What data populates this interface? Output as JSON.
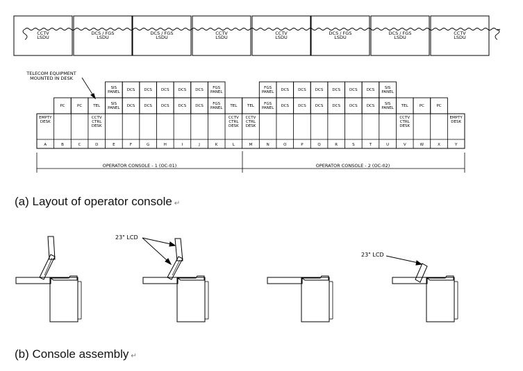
{
  "screens": [
    "CCTV\nLSDU",
    "DCS / FGS\nLSDU",
    "DCS / FGS\nLSDU",
    "CCTV\nLSDU",
    "CCTV\nLSDU",
    "DCS / FGS\nLSDU",
    "DCS / FGS\nLSDU",
    "CCTV\nLSDU"
  ],
  "telecom_note": "TELECOM EQUIPMENT\nMOUNTED IN DESK",
  "upper_row": [
    "",
    "",
    "",
    "",
    "SIS\nPANEL",
    "DCS",
    "DCS",
    "DCS",
    "DCS",
    "DCS",
    "FGS\nPANEL",
    "",
    "",
    "FGS\nPANEL",
    "DCS",
    "DCS",
    "DCS",
    "DCS",
    "DCS",
    "DCS",
    "SIS\nPANEL",
    "",
    "",
    "",
    ""
  ],
  "lower_row": [
    "",
    "PC",
    "PC",
    "TEL",
    "SIS\nPANEL",
    "DCS",
    "DCS",
    "DCS",
    "DCS",
    "DCS",
    "FGS\nPANEL",
    "TEL",
    "TEL",
    "FGS\nPANEL",
    "DCS",
    "DCS",
    "DCS",
    "DCS",
    "DCS",
    "DCS",
    "SIS\nPANEL",
    "TEL",
    "PC",
    "PC",
    ""
  ],
  "desk_row": [
    "EMPTY\nDESK",
    "",
    "",
    "CCTV\nCTRL\nDESK",
    "",
    "",
    "",
    "",
    "",
    "",
    "",
    "CCTV\nCTRL\nDESK",
    "CCTV\nCTRL\nDESK",
    "",
    "",
    "",
    "",
    "",
    "",
    "",
    "",
    "CCTV\nCTRL\nDESK",
    "",
    "",
    "EMPTY\nDESK"
  ],
  "letters": [
    "A",
    "B",
    "C",
    "D",
    "E",
    "F",
    "G",
    "H",
    "I",
    "J",
    "K",
    "L",
    "M",
    "N",
    "O",
    "P",
    "Q",
    "R",
    "S",
    "T",
    "U",
    "V",
    "W",
    "X",
    "Y"
  ],
  "console_labels": [
    "OPERATOR CONSOLE - 1 (OC-01)",
    "OPERATOR CONSOLE - 2 (OC-02)"
  ],
  "lcd_label_1": "23\" LCD",
  "lcd_label_2": "23\" LCD",
  "caption_a": "(a)  Layout of operator  console",
  "caption_b": "(b)  Console assembly",
  "return_mark": "↵"
}
